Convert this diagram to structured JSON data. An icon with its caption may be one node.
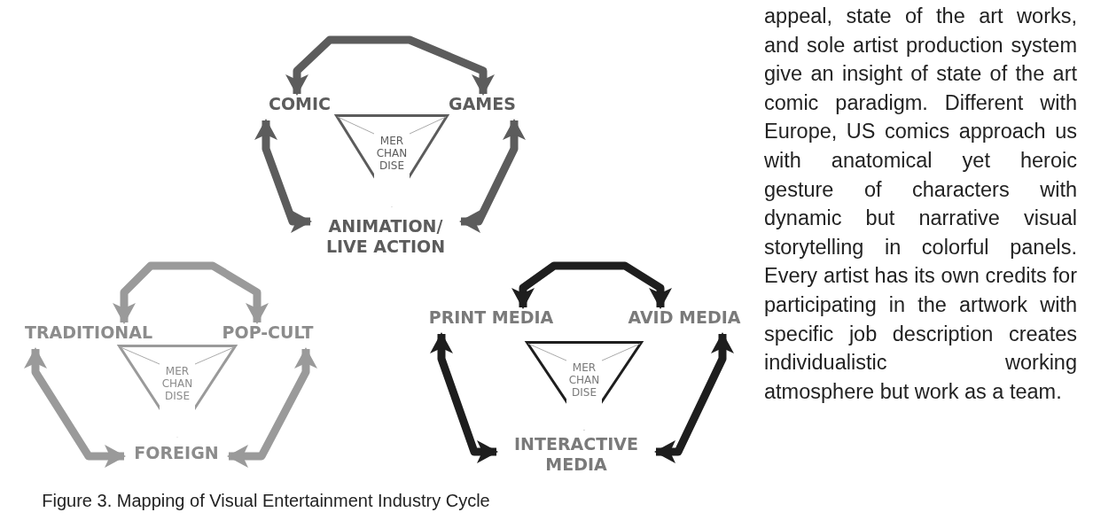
{
  "diagram": {
    "caption": "Figure 3. Mapping of Visual Entertainment Industry Cycle",
    "nodes": [
      {
        "text": [
          "COMIC"
        ]
      },
      {
        "text": [
          "GAMES"
        ]
      },
      {
        "text": [
          "MER CHAN DISE"
        ]
      },
      {
        "text": [
          "ANIMATION/ LIVE ACTION"
        ]
      },
      {
        "text": [
          "TRADITIONAL"
        ]
      },
      {
        "text": [
          "POP-CULT"
        ]
      },
      {
        "text": [
          "MER CHAN DISE"
        ]
      },
      {
        "text": [
          "FOREIGN"
        ]
      },
      {
        "text": [
          "PRINT MEDIA"
        ]
      },
      {
        "text": [
          "AVID MEDIA"
        ]
      },
      {
        "text": [
          "MER CHAN DISE"
        ]
      },
      {
        "text": [
          "INTERACTIVE MEDIA"
        ]
      }
    ],
    "edges": [
      {
        "from": 0,
        "to": 1,
        "arrow": "both",
        "color": "#5c5c5c"
      },
      {
        "from": 0,
        "to": 3,
        "arrow": "both",
        "color": "#5c5c5c"
      },
      {
        "from": 1,
        "to": 3,
        "arrow": "both",
        "color": "#5c5c5c"
      },
      {
        "from": 4,
        "to": 5,
        "arrow": "both",
        "color": "#9a9a9a"
      },
      {
        "from": 4,
        "to": 7,
        "arrow": "both",
        "color": "#9a9a9a"
      },
      {
        "from": 5,
        "to": 7,
        "arrow": "both",
        "color": "#9a9a9a"
      },
      {
        "from": 8,
        "to": 9,
        "arrow": "both",
        "color": "#1e1e1e"
      },
      {
        "from": 8,
        "to": 11,
        "arrow": "both",
        "color": "#1e1e1e"
      },
      {
        "from": 9,
        "to": 11,
        "arrow": "both",
        "color": "#1e1e1e"
      }
    ],
    "labels": [
      "appeal, state of the art works, and sole artist production system give an insight of state of the art comic paradigm. Different with Europe, US comics approach us with anatomical yet heroic gesture of characters with dynamic but narrative visual storytelling in colorful panels. Every artist has its own credits for participating in the artwork with specific job description creates individualistic working atmosphere but work as a team."
    ]
  }
}
